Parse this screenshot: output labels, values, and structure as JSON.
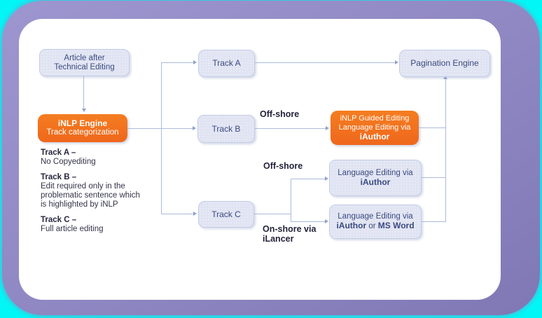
{
  "colors": {
    "background_cyan": "#03F6F6",
    "frame_purple": "#8E87C2",
    "canvas_white": "#FFFFFF",
    "accent_orange": "#F2701D",
    "node_fill": "#E0E3F2",
    "node_border": "#C5CDE6",
    "node_text": "#3A4A80",
    "connector": "#ACBADA",
    "label_text": "#23233B"
  },
  "nodes": {
    "article": {
      "line1": "Article after",
      "line2": "Technical Editing"
    },
    "inlp_engine": {
      "title": "iNLP Engine",
      "subtitle": "Track categorization"
    },
    "track_a": {
      "label": "Track A"
    },
    "track_b": {
      "label": "Track B"
    },
    "track_c": {
      "label": "Track C"
    },
    "pagination_engine": {
      "label": "Pagination Engine"
    },
    "inlp_guided": {
      "line1": "iNLP Guided Editing",
      "line2": "Language Editing via",
      "line3": "iAuthor"
    },
    "lang_editing_iauthor": {
      "line1": "Language Editing via",
      "line2": "iAuthor"
    },
    "lang_editing_choice": {
      "line1": "Language Editing via",
      "bold1": "iAuthor",
      "mid": "or",
      "bold2": "MS Word"
    }
  },
  "edge_labels": {
    "offshore_track_b": "Off-shore",
    "offshore_track_c": "Off-shore",
    "onshore_line1": "On-shore via",
    "onshore_line2": "iLancer"
  },
  "legend": {
    "a_title": "Track A –",
    "a_desc": "No Copyediting",
    "b_title": "Track B –",
    "b_desc1": "Edit required only in the",
    "b_desc2": "problematic sentence which",
    "b_desc3": "is highlighted by iNLP",
    "c_title": "Track C –",
    "c_desc": "Full article editing"
  }
}
